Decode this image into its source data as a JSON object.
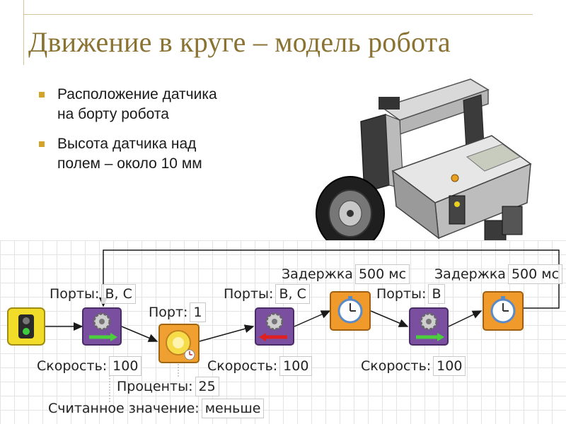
{
  "slide": {
    "title": "Движение в круге – модель робота",
    "bullets": [
      "Расположение датчика\nна борту робота",
      "Высота датчика над\nполем – около 10 мм"
    ]
  },
  "program": {
    "motor1": {
      "ports_label": "Порты:",
      "ports_value": "B, C",
      "speed_label": "Скорость:",
      "speed_value": "100"
    },
    "light_sensor": {
      "port_label": "Порт:",
      "port_value": "1",
      "percent_label": "Проценты:",
      "percent_value": "25",
      "read_label": "Считанное значение:",
      "read_value": "меньше"
    },
    "motor2": {
      "ports_label": "Порты:",
      "ports_value": "B, C",
      "speed_label": "Скорость:",
      "speed_value": "100"
    },
    "delay1": {
      "label": "Задержка",
      "value": "500 мс"
    },
    "motor3": {
      "ports_label": "Порты:",
      "ports_value": "B",
      "speed_label": "Скорость:",
      "speed_value": "100"
    },
    "delay2": {
      "label": "Задержка",
      "value": "500 мс"
    }
  },
  "colors": {
    "title": "#8a7332",
    "bullet": "#d4a42a",
    "motor_block": "#7a4fa0",
    "delay_block": "#ef9a2a",
    "sensor_block": "#f0a030",
    "start_block": "#f2dc2a"
  }
}
